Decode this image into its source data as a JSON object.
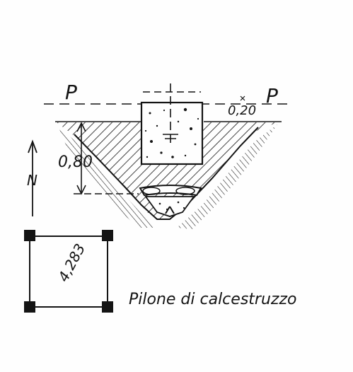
{
  "drawing": {
    "ground_label_left": "P",
    "ground_label_right": "P",
    "depth_label": "0,80",
    "offset_label": "0,20",
    "north_label": "N",
    "plan_diagonal_label": "4,283",
    "caption": "Pilone di calcestruzzo"
  },
  "colors": {
    "ink": "#141414",
    "paper": "#fefefe"
  }
}
